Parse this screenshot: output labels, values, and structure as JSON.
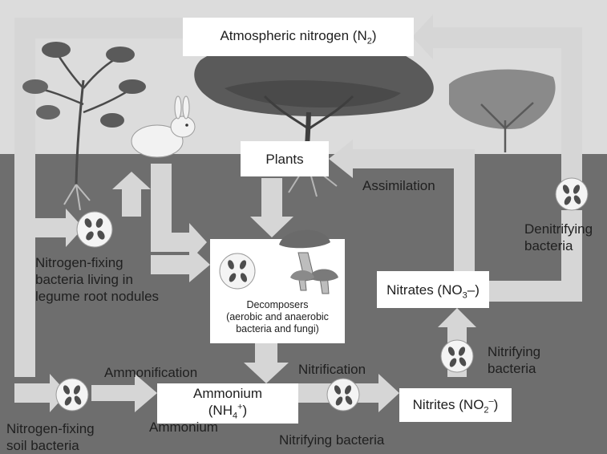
{
  "title": {
    "text": "Atmospheric nitrogen (N",
    "sub": "2",
    "close": ")"
  },
  "nodes": {
    "plants": "Plants",
    "assimilation": "Assimilation",
    "denitrifying_line1": "Denitrifying",
    "denitrifying_line2": "bacteria",
    "nitrogen_fixing_nodules_line1": "Nitrogen-fixing",
    "nitrogen_fixing_nodules_line2": "bacteria living in",
    "nitrogen_fixing_nodules_line3": "legume root nodules",
    "nitrates_prefix": "Nitrates (NO",
    "nitrates_sub": "3",
    "nitrates_suffix": "–)",
    "decomposers_line1": "Decomposers",
    "decomposers_line2": "(aerobic and anaerobic",
    "decomposers_line3": "bacteria and fungi)",
    "nitrifying_upper_line1": "Nitrifying",
    "nitrifying_upper_line2": "bacteria",
    "ammonification": "Ammonification",
    "nitrification": "Nitrification",
    "ammonium_box_line1": "Ammonium",
    "ammonium_box_prefix": "(NH",
    "ammonium_box_sub": "4",
    "ammonium_box_sup": "+",
    "ammonium_box_suffix": ")",
    "ammonium_lower": "Ammonium",
    "nitrites_prefix": "Nitrites (NO",
    "nitrites_sub": "2",
    "nitrites_sup": "–",
    "nitrites_suffix": ")",
    "soil_bacteria_line1": "Nitrogen-fixing",
    "soil_bacteria_line2": "soil bacteria",
    "nitrifying_lower": "Nitrifying bacteria"
  },
  "colors": {
    "sky": "#dcdcdc",
    "soil": "#6e6e6e",
    "arrow": "#d6d6d6",
    "box": "#ffffff",
    "microbe_fill": "#f4f4f4",
    "microbe_cell": "#4d4d4d",
    "plant_dark": "#4a4a4a",
    "plant_mid": "#767676",
    "text": "#202020"
  },
  "icons": [
    "rabbit-icon",
    "legume-plant-icon",
    "conifer-tree-icon",
    "shrub-icon",
    "mushroom-icon",
    "bacteria-icon"
  ]
}
